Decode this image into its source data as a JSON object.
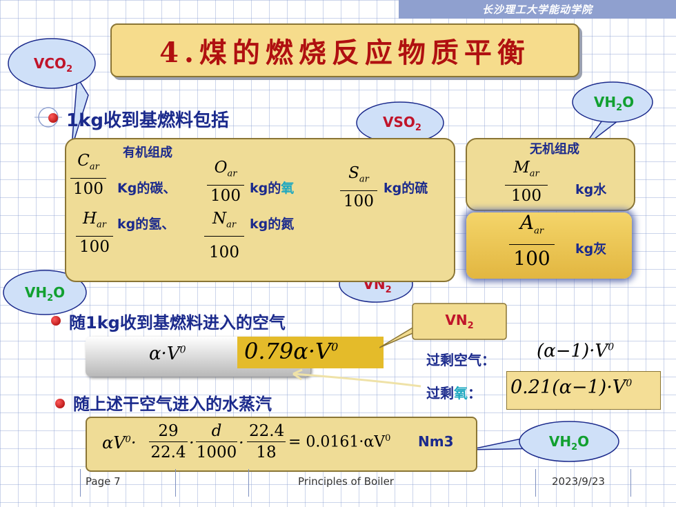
{
  "header": {
    "institute": "长沙理工大学能动学院"
  },
  "title": "4.煤的燃烧反应物质平衡",
  "bullets": {
    "b1": "1kg收到基燃料包括",
    "b2": "随1kg收到基燃料进入的空气",
    "b3": "随上述干空气进入的水蒸汽"
  },
  "organic": {
    "heading": "有机组成",
    "c_num_main": "C",
    "c_num_sub": "ar",
    "c_den": "100",
    "c_label": "Kg的碳、",
    "o_num_main": "O",
    "o_num_sub": "ar",
    "o_den": "100",
    "o_label": "kg的",
    "o_highlight": "氧",
    "s_num_main": "S",
    "s_num_sub": "ar",
    "s_den": "100",
    "s_label": "kg的硫",
    "h_num_main": "H",
    "h_num_sub": "ar",
    "h_den": "100",
    "h_label": "kg的氢、",
    "n_num_main": "N",
    "n_num_sub": "ar",
    "n_den": "100",
    "n_label": "kg的氮"
  },
  "inorganic": {
    "heading": "无机组成",
    "m_num_main": "M",
    "m_num_sub": "ar",
    "m_den": "100",
    "m_label": "kg水",
    "a_num_main": "A",
    "a_num_sub": "ar",
    "a_den": "100",
    "a_label": "kg灰"
  },
  "bubbles": {
    "vco2_main": "VCO",
    "vco2_sub": "2",
    "vso2_main": "VSO",
    "vso2_sub": "2",
    "vh2o_top_main": "VH",
    "vh2o_top_sub": "2",
    "vh2o_top_end": "O",
    "vh2o_left_main": "VH",
    "vh2o_left_sub": "2",
    "vh2o_left_end": "O",
    "vn2_mid_main": "VN",
    "vn2_mid_sub": "2",
    "vn2_right_main": "VN",
    "vn2_right_sub": "2",
    "vh2o_bottom_main": "VH",
    "vh2o_bottom_sub": "2",
    "vh2o_bottom_end": "O"
  },
  "air": {
    "formula_left": "α·V",
    "formula_left_sup": "0",
    "formula_right": "0.79α·V",
    "formula_right_sup": "0",
    "excess_air_label": "过剩空气：",
    "excess_air_formula": "(α−1)·V",
    "excess_air_sup": "0",
    "excess_o2_label_a": "过剩",
    "excess_o2_label_b": "氧",
    "excess_o2_label_c": "：",
    "excess_o2_formula": "0.21(α−1)·V",
    "excess_o2_sup": "0"
  },
  "vapor": {
    "lead": "αV",
    "lead_sup": "0",
    "f1_num": "29",
    "f1_den": "22.4",
    "f2_num": "d",
    "f2_den": "1000",
    "f3_num": "22.4",
    "f3_den": "18",
    "result": "= 0.0161·αV",
    "result_sup": "0",
    "unit": "Nm3"
  },
  "footer": {
    "page": "Page 7",
    "course": "Principles of Boiler",
    "date": "2023/9/23"
  },
  "colors": {
    "title_red": "#b01010",
    "text_blue": "#1b2a8c",
    "bubble_red": "#c0142a",
    "bubble_green": "#12a030",
    "box_fill": "#efdc96",
    "highlight": "#e4bb2a"
  }
}
